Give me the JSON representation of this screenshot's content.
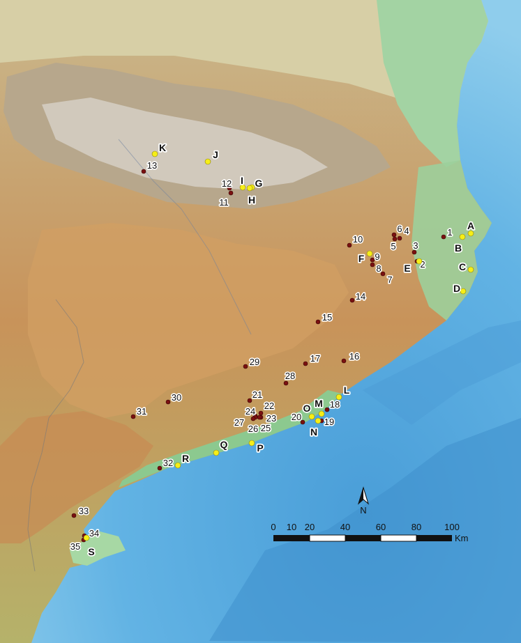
{
  "site_colors": {
    "red": "#7a1010",
    "yellow": "#f6ee18"
  },
  "red_sites": [
    {
      "label": "1"
    },
    {
      "label": "2"
    },
    {
      "label": "3"
    },
    {
      "label": "4"
    },
    {
      "label": "5"
    },
    {
      "label": "6"
    },
    {
      "label": "7"
    },
    {
      "label": "8"
    },
    {
      "label": "9"
    },
    {
      "label": "10"
    },
    {
      "label": "11"
    },
    {
      "label": "12"
    },
    {
      "label": "13"
    },
    {
      "label": "14"
    },
    {
      "label": "15"
    },
    {
      "label": "16"
    },
    {
      "label": "17"
    },
    {
      "label": "18"
    },
    {
      "label": "19"
    },
    {
      "label": "20"
    },
    {
      "label": "21"
    },
    {
      "label": "22"
    },
    {
      "label": "23"
    },
    {
      "label": "24"
    },
    {
      "label": "25"
    },
    {
      "label": "26"
    },
    {
      "label": "27"
    },
    {
      "label": "28"
    },
    {
      "label": "29"
    },
    {
      "label": "30"
    },
    {
      "label": "31"
    },
    {
      "label": "32"
    },
    {
      "label": "33"
    },
    {
      "label": "34"
    },
    {
      "label": "35"
    }
  ],
  "yellow_sites": [
    {
      "label": "A"
    },
    {
      "label": "B"
    },
    {
      "label": "C"
    },
    {
      "label": "D"
    },
    {
      "label": "E"
    },
    {
      "label": "F"
    },
    {
      "label": "G"
    },
    {
      "label": "H"
    },
    {
      "label": "I"
    },
    {
      "label": "J"
    },
    {
      "label": "K"
    },
    {
      "label": "L"
    },
    {
      "label": "M"
    },
    {
      "label": "N"
    },
    {
      "label": "O"
    },
    {
      "label": "P"
    },
    {
      "label": "Q"
    },
    {
      "label": "R"
    },
    {
      "label": "S"
    }
  ],
  "scale_bar": {
    "ticks": [
      "0",
      "10",
      "20",
      "40",
      "60",
      "80",
      "100"
    ],
    "unit": "Km"
  },
  "north_arrow": {
    "label": "N"
  }
}
